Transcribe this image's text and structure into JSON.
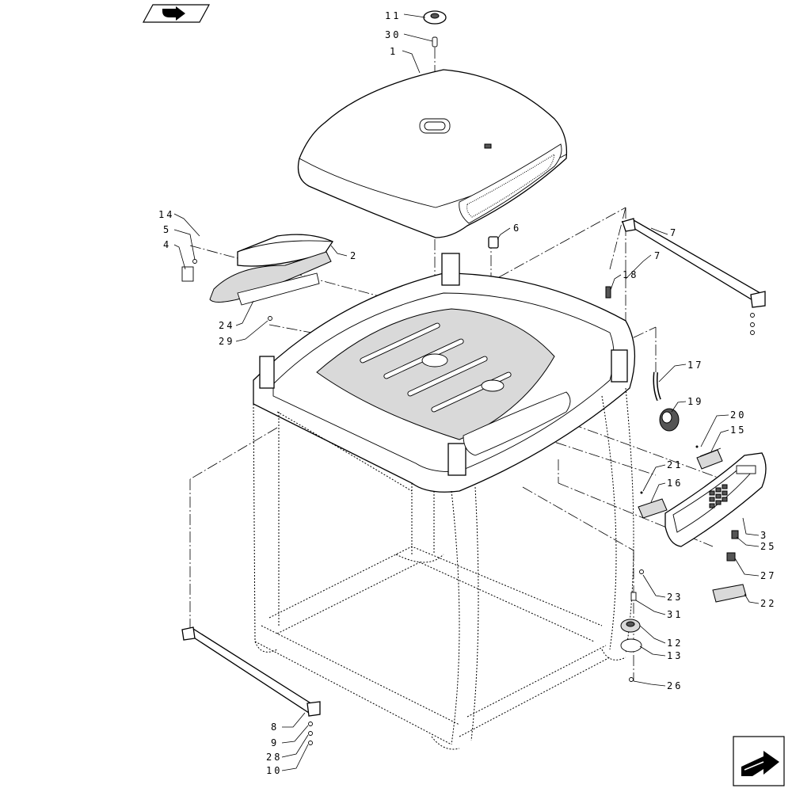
{
  "diagram": {
    "callouts": [
      {
        "id": "c11",
        "label": "11"
      },
      {
        "id": "c30",
        "label": "30"
      },
      {
        "id": "c1",
        "label": "1"
      },
      {
        "id": "c14",
        "label": "14"
      },
      {
        "id": "c5",
        "label": "5"
      },
      {
        "id": "c4",
        "label": "4"
      },
      {
        "id": "c2",
        "label": "2"
      },
      {
        "id": "c6",
        "label": "6"
      },
      {
        "id": "c7a",
        "label": "7"
      },
      {
        "id": "c7b",
        "label": "7"
      },
      {
        "id": "c18",
        "label": "18"
      },
      {
        "id": "c24",
        "label": "24"
      },
      {
        "id": "c29",
        "label": "29"
      },
      {
        "id": "c17",
        "label": "17"
      },
      {
        "id": "c19",
        "label": "19"
      },
      {
        "id": "c20",
        "label": "20"
      },
      {
        "id": "c15",
        "label": "15"
      },
      {
        "id": "c21",
        "label": "21"
      },
      {
        "id": "c16",
        "label": "16"
      },
      {
        "id": "c3",
        "label": "3"
      },
      {
        "id": "c25",
        "label": "25"
      },
      {
        "id": "c27",
        "label": "27"
      },
      {
        "id": "c22",
        "label": "22"
      },
      {
        "id": "c23",
        "label": "23"
      },
      {
        "id": "c31",
        "label": "31"
      },
      {
        "id": "c12",
        "label": "12"
      },
      {
        "id": "c13",
        "label": "13"
      },
      {
        "id": "c26",
        "label": "26"
      },
      {
        "id": "c8",
        "label": "8"
      },
      {
        "id": "c9",
        "label": "9"
      },
      {
        "id": "c28",
        "label": "28"
      },
      {
        "id": "c10",
        "label": "10"
      }
    ]
  },
  "icons": {
    "top_left": "back-arrow-icon",
    "bottom_right": "next-page-arrow-icon"
  }
}
